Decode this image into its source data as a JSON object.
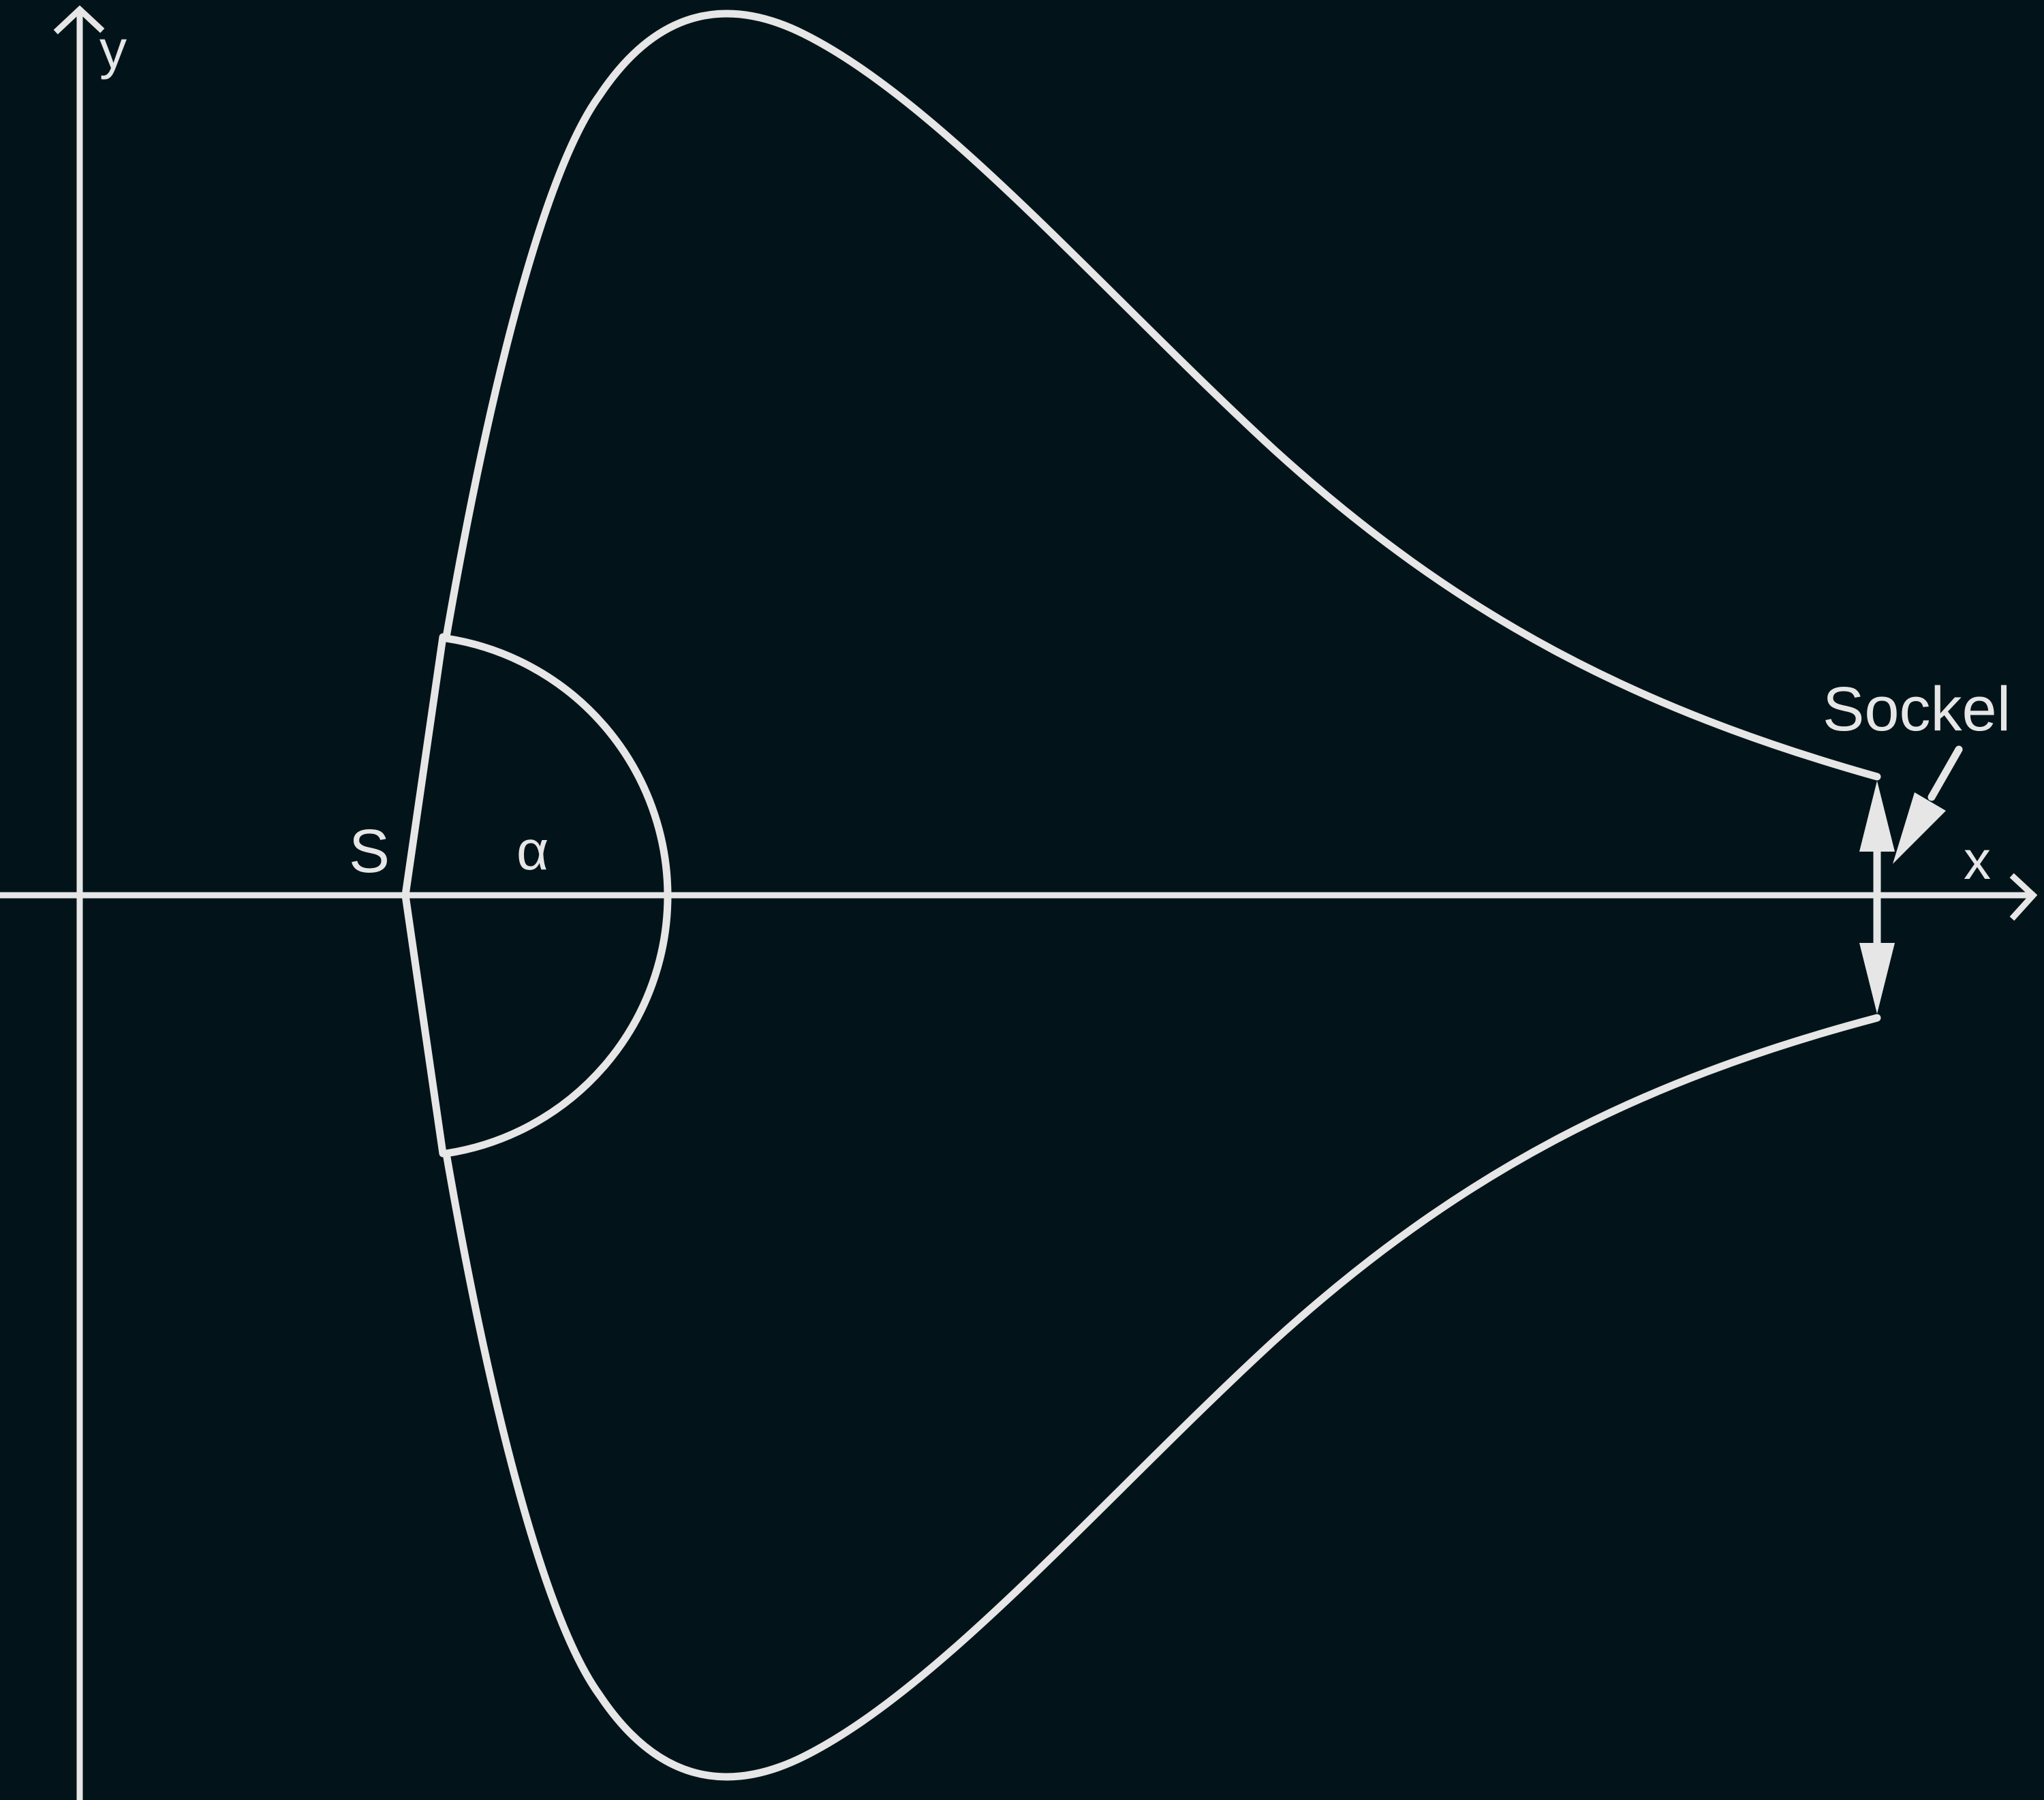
{
  "diagram": {
    "x_axis_label": "x",
    "y_axis_label": "y",
    "vertex_label": "S",
    "angle_label": "α",
    "annotation_label": "Sockel"
  },
  "colors": {
    "background": "#02141a",
    "stroke": "#e6e6e6"
  }
}
